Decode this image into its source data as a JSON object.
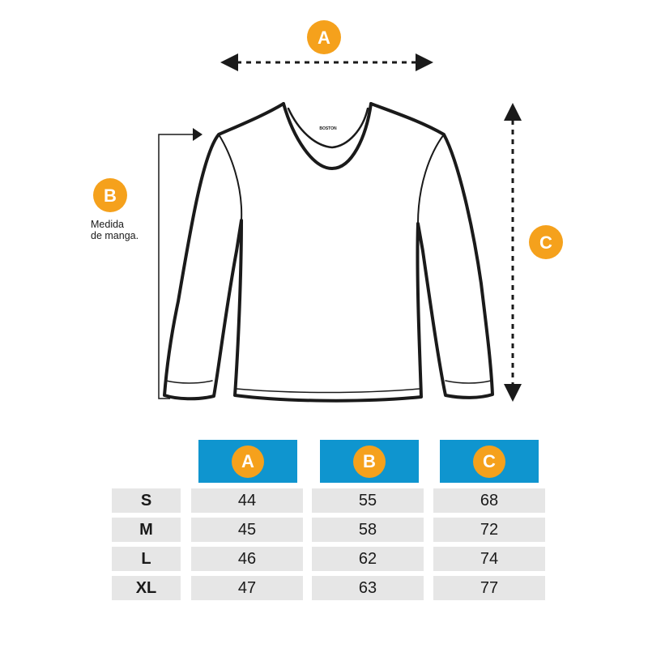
{
  "diagram": {
    "brand_label": "BOSTON",
    "badges": {
      "a": "A",
      "b": "B",
      "c": "C"
    },
    "sleeve_note": [
      "Medida",
      "de manga."
    ],
    "colors": {
      "badge": "#f5a11c",
      "header": "#0f95cf",
      "cell": "#e6e6e6",
      "line": "#1a1a1a"
    }
  },
  "table": {
    "headers": [
      "A",
      "B",
      "C"
    ],
    "rows": [
      {
        "size": "S",
        "a": "44",
        "b": "55",
        "c": "68"
      },
      {
        "size": "M",
        "a": "45",
        "b": "58",
        "c": "72"
      },
      {
        "size": "L",
        "a": "46",
        "b": "62",
        "c": "74"
      },
      {
        "size": "XL",
        "a": "47",
        "b": "63",
        "c": "77"
      }
    ]
  }
}
